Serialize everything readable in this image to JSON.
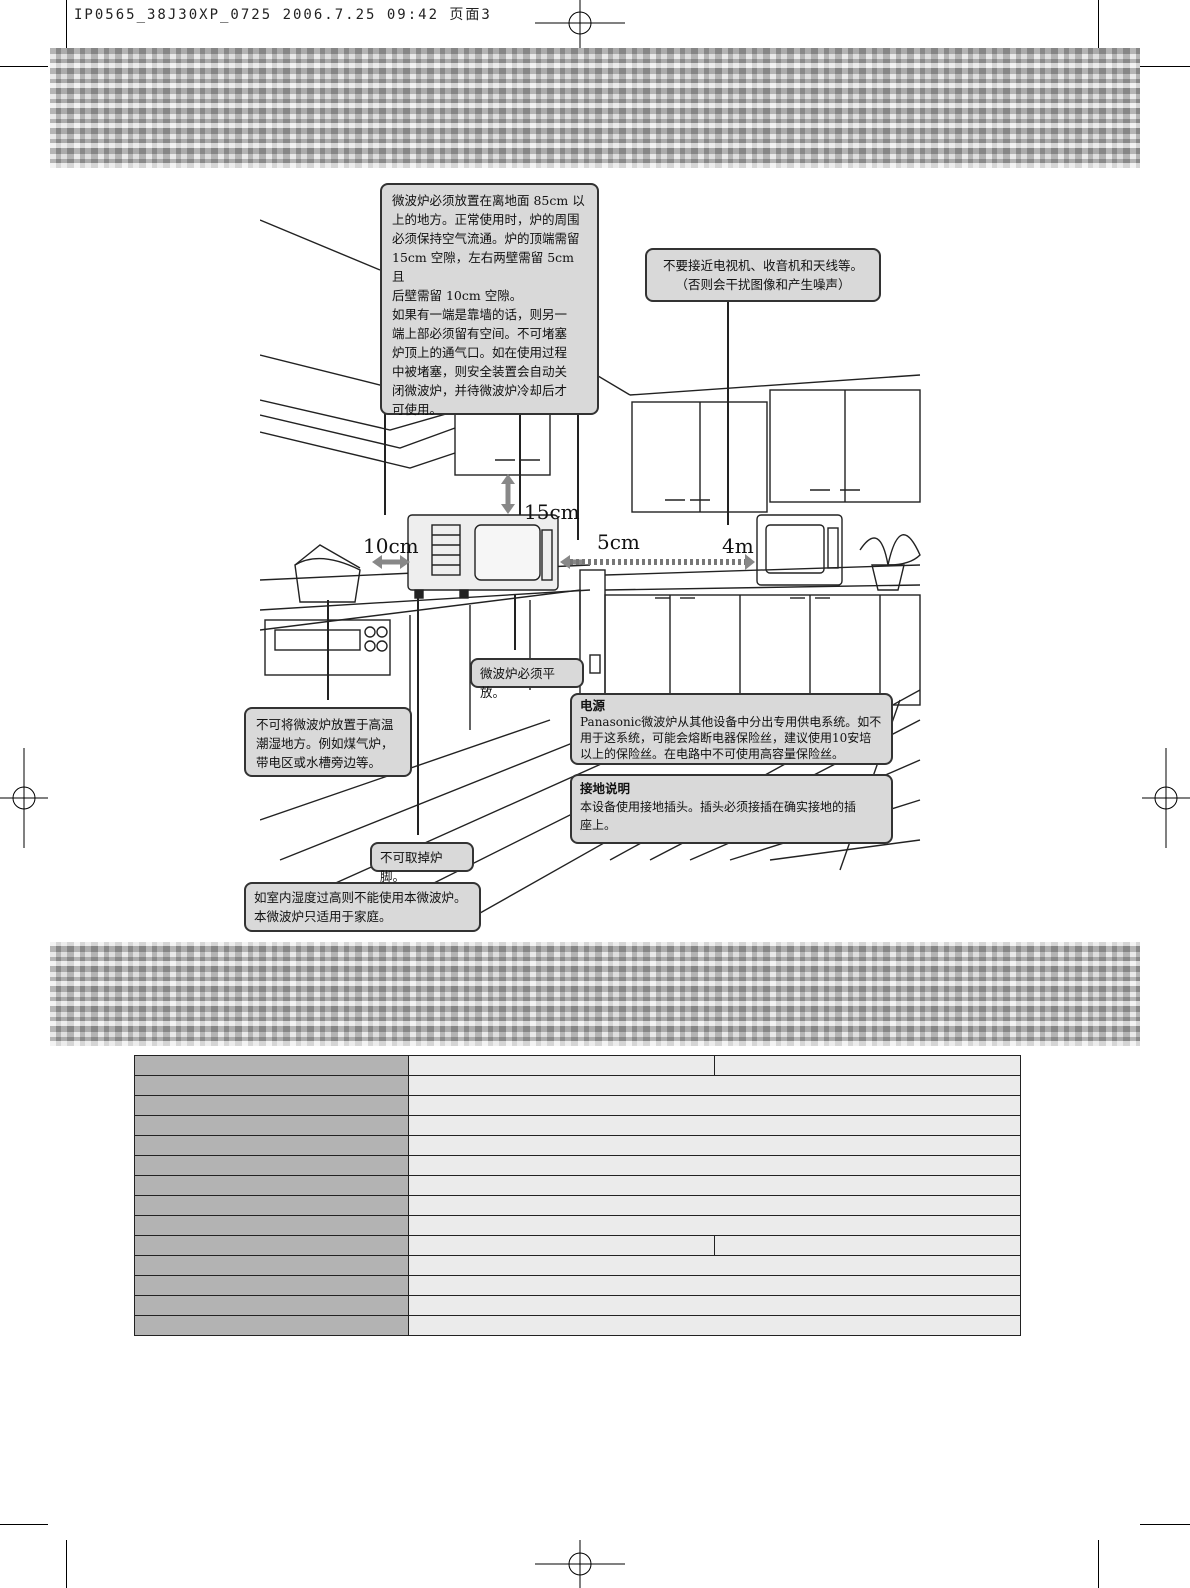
{
  "print_header": "IP0565_38J30XP_0725  2006.7.25 09:42  页面3",
  "callouts": {
    "placement": {
      "lines": [
        "微波炉必须放置在离地面 85cm 以",
        "上的地方。正常使用时，炉的周围",
        "必须保持空气流通。炉的顶端需留",
        "15cm 空隙，左右两壁需留 5cm 且",
        "后壁需留 10cm 空隙。",
        "如果有一端是靠墙的话，则另一",
        "端上部必须留有空间。不可堵塞",
        "炉顶上的通气口。如在使用过程",
        "中被堵塞，则安全装置会自动关",
        "闭微波炉，并待微波炉冷却后才",
        "可使用。"
      ]
    },
    "tv": {
      "lines": [
        "不要接近电视机、收音机和天线等。",
        "（否则会干扰图像和产生噪声）"
      ]
    },
    "level": {
      "text": "微波炉必须平放。"
    },
    "heat": {
      "lines": [
        "不可将微波炉放置于高温",
        "潮湿地方。例如煤气炉，",
        "带电区或水槽旁边等。"
      ]
    },
    "power": {
      "title": "电源",
      "lines": [
        "Panasonic微波炉从其他设备中分出专用供电系统。如不",
        "用于这系统，可能会熔断电器保险丝，建议使用10安培",
        "以上的保险丝。在电路中不可使用高容量保险丝。"
      ]
    },
    "ground": {
      "title": "接地说明",
      "lines": [
        "本设备使用接地插头。插头必须接插在确实接地的插",
        "座上。"
      ]
    },
    "feet": {
      "text": "不可取掉炉脚。"
    },
    "humidity": {
      "lines": [
        "如室内湿度过高则不能使用本微波炉。",
        "本微波炉只适用于家庭。"
      ]
    }
  },
  "dimensions": {
    "left": "10cm",
    "top": "15cm",
    "right": "5cm",
    "tv_distance": "4m"
  },
  "spec_table": {
    "rows": [
      {
        "split": true
      },
      {
        "split": false
      },
      {
        "split": false
      },
      {
        "split": false
      },
      {
        "split": false
      },
      {
        "split": false
      },
      {
        "split": false
      },
      {
        "split": false
      },
      {
        "split": false
      },
      {
        "split": true
      },
      {
        "split": false
      },
      {
        "split": false
      },
      {
        "split": false
      },
      {
        "split": false
      }
    ]
  },
  "colors": {
    "callout_bg": "#d9d9d9",
    "table_key_bg": "#b3b3b3",
    "table_value_bg": "#ebebeb"
  }
}
